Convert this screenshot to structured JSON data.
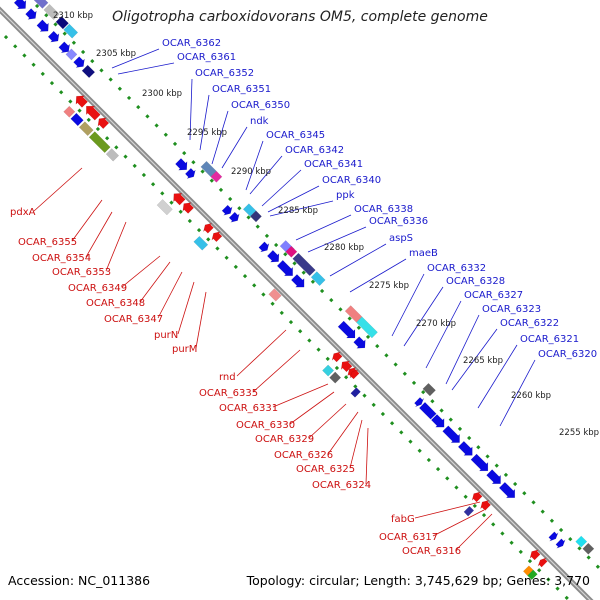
{
  "title": "Oligotropha carboxidovorans OM5, complete genome",
  "footer": {
    "accession": "Accession: NC_011386",
    "summary": "Topology: circular; Length: 3,745,629 bp; Genes: 3,770"
  },
  "colors": {
    "forward": "#0a0ae0",
    "reverse": "#e81010",
    "backbone": "#888888",
    "tick": "#1f8f1f",
    "label_blue": "#1a1acc",
    "label_red": "#cc1010"
  },
  "ticks": [
    {
      "label": "2310 kbp"
    },
    {
      "label": "2305 kbp"
    },
    {
      "label": "2300 kbp"
    },
    {
      "label": "2295 kbp"
    },
    {
      "label": "2290 kbp"
    },
    {
      "label": "2285 kbp"
    },
    {
      "label": "2280 kbp"
    },
    {
      "label": "2275 kbp"
    },
    {
      "label": "2270 kbp"
    },
    {
      "label": "2265 kbp"
    },
    {
      "label": "2260 kbp"
    },
    {
      "label": "2255 kbp"
    }
  ],
  "forward_labels": [
    "OCAR_6362",
    "OCAR_6361",
    "OCAR_6352",
    "OCAR_6351",
    "OCAR_6350",
    "ndk",
    "OCAR_6345",
    "OCAR_6342",
    "OCAR_6341",
    "OCAR_6340",
    "ppk",
    "OCAR_6338",
    "OCAR_6336",
    "aspS",
    "maeB",
    "OCAR_6332",
    "OCAR_6328",
    "OCAR_6327",
    "OCAR_6323",
    "OCAR_6322",
    "OCAR_6321",
    "OCAR_6320"
  ],
  "reverse_labels": [
    "pdxA",
    "OCAR_6355",
    "OCAR_6354",
    "OCAR_6353",
    "OCAR_6349",
    "OCAR_6348",
    "OCAR_6347",
    "purN",
    "purM",
    "rnd",
    "OCAR_6335",
    "OCAR_6331",
    "OCAR_6330",
    "OCAR_6329",
    "OCAR_6326",
    "OCAR_6325",
    "OCAR_6324",
    "fabG",
    "OCAR_6317",
    "OCAR_6316"
  ]
}
